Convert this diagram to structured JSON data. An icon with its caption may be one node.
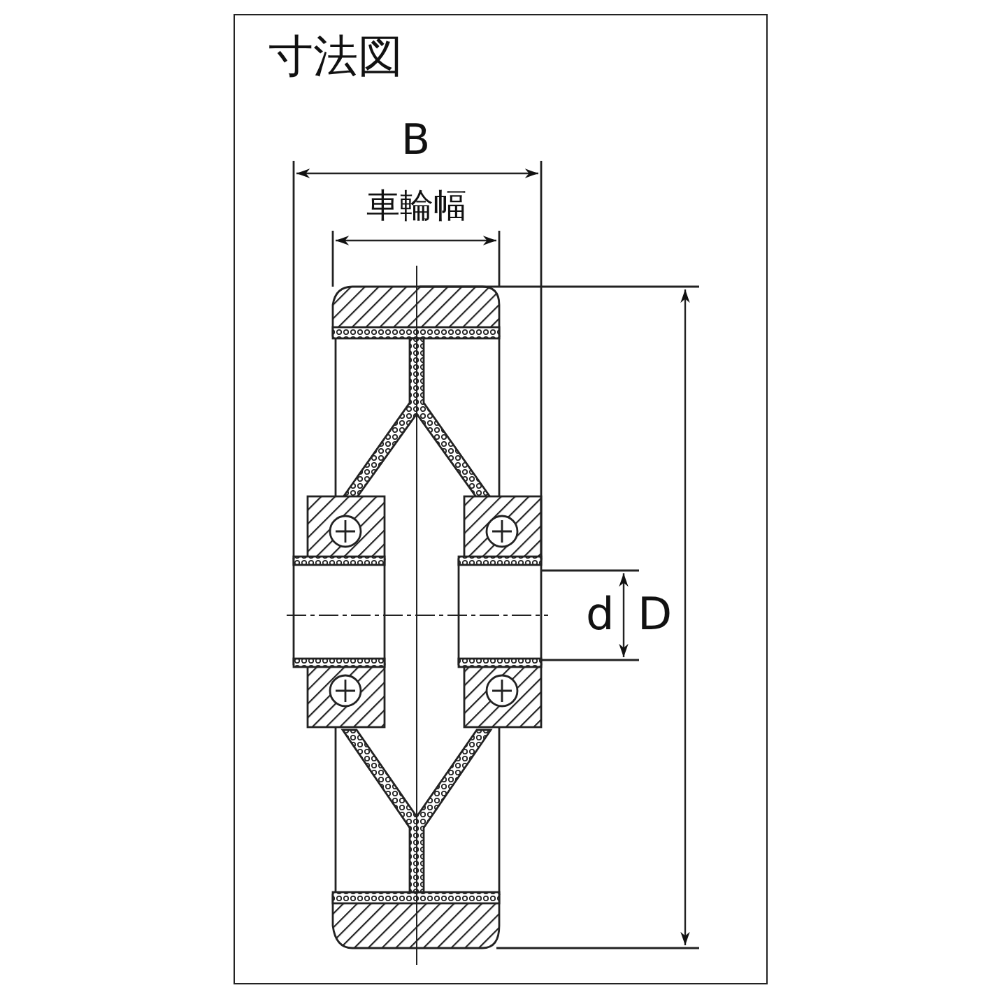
{
  "diagram": {
    "title": "寸法図",
    "labels": [
      "B",
      "車輪幅",
      "d",
      "D"
    ]
  }
}
